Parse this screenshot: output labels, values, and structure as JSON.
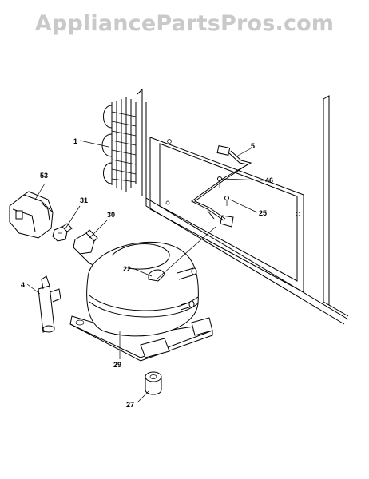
{
  "watermark": "AppliancePartsPros.com",
  "callouts": {
    "c1": "1",
    "c5": "5",
    "c46": "46",
    "c25": "25",
    "c53": "53",
    "c31": "31",
    "c30": "30",
    "c22": "22",
    "c4": "4",
    "c29": "29",
    "c27": "27"
  }
}
